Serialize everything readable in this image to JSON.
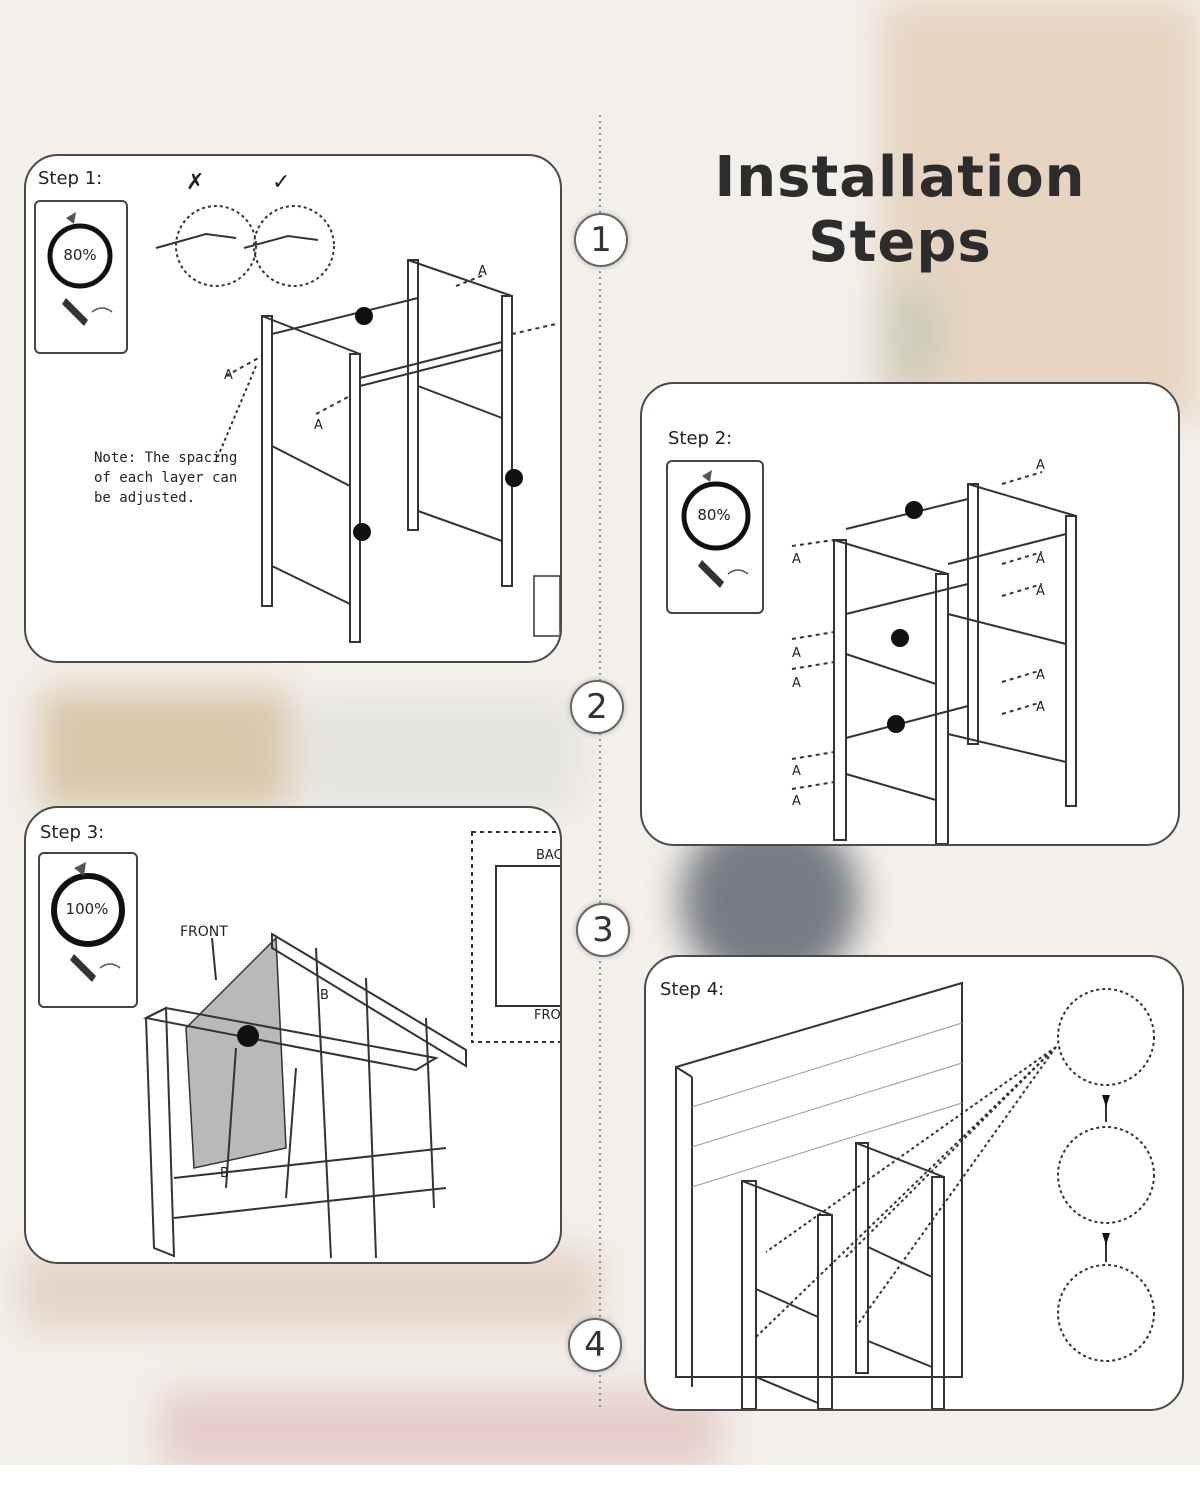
{
  "title": "Installation Steps",
  "steps": [
    {
      "number": "1",
      "label": "Step 1:",
      "progress": "80%",
      "note": "Note: The spacing of each layer can be adjusted.",
      "part_labels": [
        "A",
        "A",
        "A"
      ]
    },
    {
      "number": "2",
      "label": "Step 2:",
      "progress": "80%",
      "part_labels": [
        "A",
        "A",
        "A",
        "A",
        "A",
        "A",
        "A",
        "A",
        "A",
        "A"
      ]
    },
    {
      "number": "3",
      "label": "Step 3:",
      "progress": "100%",
      "front_label": "FRONT",
      "inset_top": "BAC",
      "inset_bottom": "FRO",
      "part_labels": [
        "B",
        "B"
      ]
    },
    {
      "number": "4",
      "label": "Step 4:"
    }
  ],
  "colors": {
    "panel_border": "#4a4a4a",
    "line": "#333333",
    "board": "#b9b9b9",
    "background": "#f3efea"
  }
}
